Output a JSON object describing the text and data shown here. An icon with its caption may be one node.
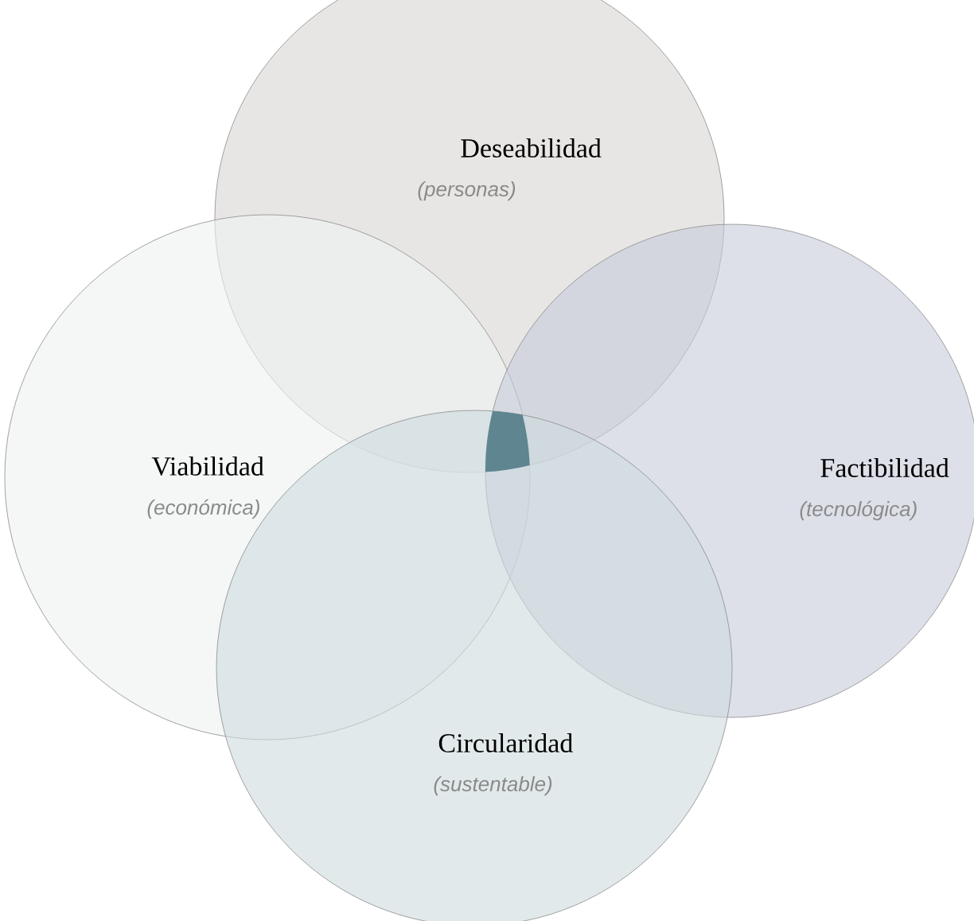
{
  "diagram": {
    "nodes": [
      {
        "text": [
          "Deseabilidad",
          "(personas)"
        ]
      },
      {
        "text": [
          "Viabilidad",
          "(económica)"
        ]
      },
      {
        "text": [
          "Factibilidad",
          "(tecnológica)"
        ]
      },
      {
        "text": [
          "Circularidad",
          "(sustentable)"
        ]
      }
    ]
  }
}
